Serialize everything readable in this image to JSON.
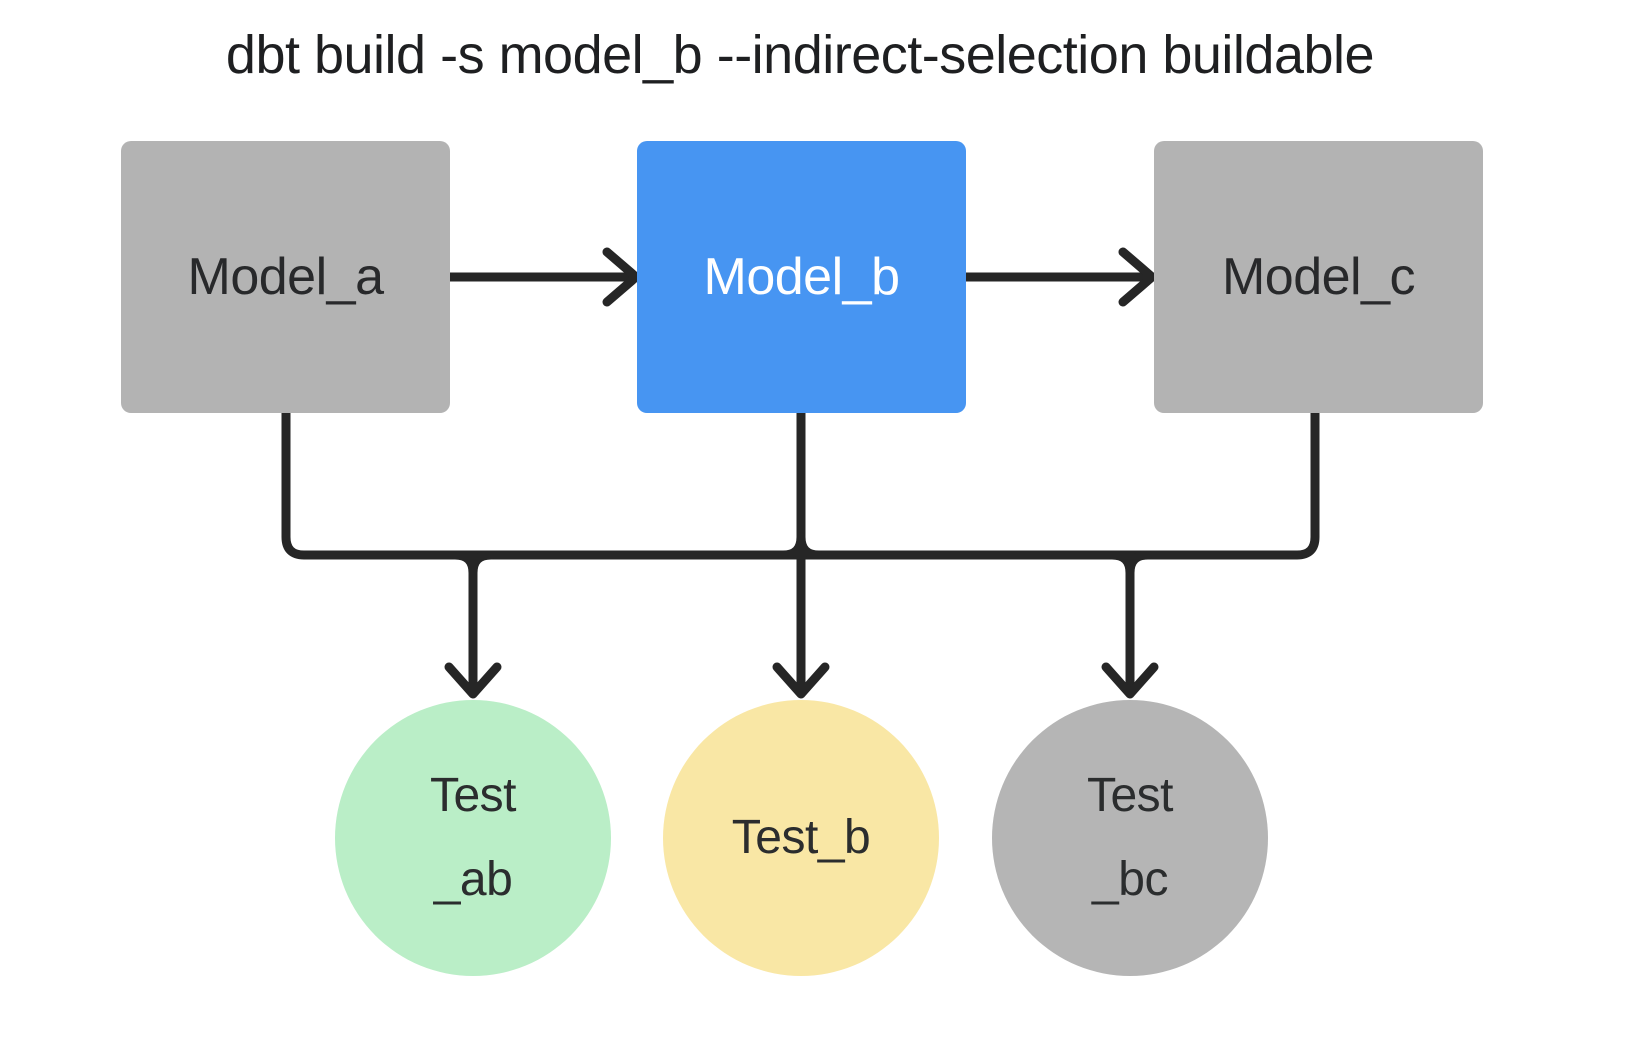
{
  "title": "dbt build -s model_b --indirect-selection buildable",
  "colors": {
    "background": "#ffffff",
    "model_unselected_fill": "#b3b3b3",
    "model_selected_fill": "#4795f2",
    "test_ab_fill": "#baeec7",
    "test_b_fill": "#f9e7a5",
    "test_bc_fill": "#b5b5b5",
    "edge_stroke": "#262626",
    "text_dark": "#28292b",
    "text_on_selected": "#ffffff"
  },
  "models": [
    {
      "id": "model_a",
      "label": "Model_a",
      "state": "unselected"
    },
    {
      "id": "model_b",
      "label": "Model_b",
      "state": "selected"
    },
    {
      "id": "model_c",
      "label": "Model_c",
      "state": "unselected"
    }
  ],
  "tests": [
    {
      "id": "test_ab",
      "lines": [
        "Test",
        "_ab"
      ],
      "fill": "#baeec7"
    },
    {
      "id": "test_b",
      "lines": [
        "Test_b"
      ],
      "fill": "#f9e7a5"
    },
    {
      "id": "test_bc",
      "lines": [
        "Test",
        "_bc"
      ],
      "fill": "#b5b5b5"
    }
  ],
  "edges": [
    "model_a -> model_b",
    "model_b -> model_c",
    "model_a -> test_ab",
    "model_b -> test_ab",
    "model_b -> test_b",
    "model_b -> test_bc",
    "model_c -> test_bc"
  ]
}
